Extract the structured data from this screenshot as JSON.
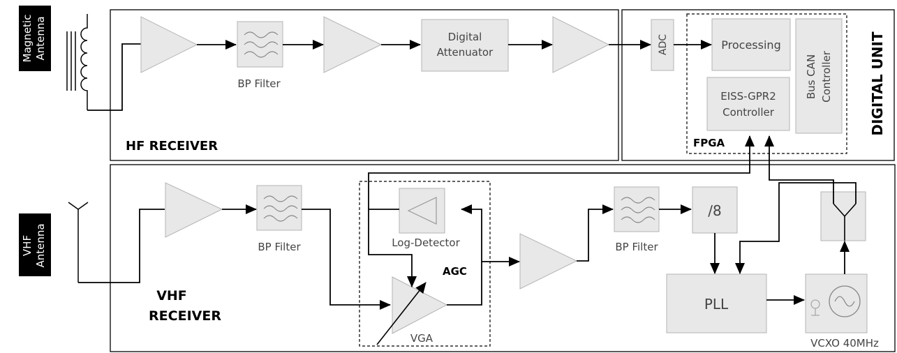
{
  "antennas": {
    "magnetic": "Magnetic Antenna",
    "magnetic_line1": "Magnetic",
    "magnetic_line2": "Antenna",
    "vhf": "VHF Antenna",
    "vhf_line1": "VHF",
    "vhf_line2": "Antenna"
  },
  "hf_receiver": {
    "title": "HF RECEIVER",
    "bp_filter": "BP Filter",
    "attenuator_line1": "Digital",
    "attenuator_line2": "Attenuator"
  },
  "digital_unit": {
    "title": "DIGITAL UNIT",
    "adc": "ADC",
    "processing": "Processing",
    "eiss_line1": "EISS-GPR2",
    "eiss_line2": "Controller",
    "bus_line1": "Bus CAN",
    "bus_line2": "Controller",
    "fpga": "FPGA"
  },
  "vhf_receiver": {
    "title_line1": "VHF",
    "title_line2": "RECEIVER",
    "bp_filter_1": "BP Filter",
    "log_detector": "Log-Detector",
    "agc": "AGC",
    "vga": "VGA",
    "bp_filter_2": "BP Filter",
    "divider": "/8",
    "pll": "PLL",
    "vcxo": "VCXO 40MHz"
  }
}
